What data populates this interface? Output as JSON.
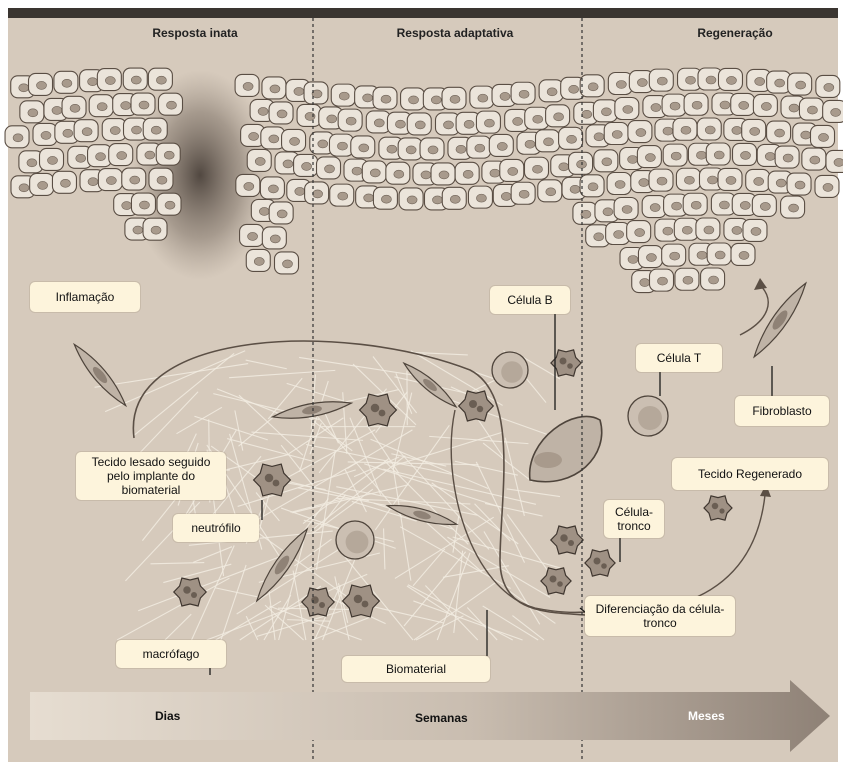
{
  "phases": {
    "innate": "Resposta inata",
    "adaptive": "Resposta adaptativa",
    "regeneration": "Regeneração"
  },
  "labels": {
    "inflammation": "Inflamação",
    "injured_tissue": "Tecido lesado seguido pelo implante do biomaterial",
    "neutrophil": "neutrófilo",
    "macrophage": "macrófago",
    "biomaterial": "Biomaterial",
    "b_cell": "Célula B",
    "t_cell": "Célula T",
    "fibroblast": "Fibroblasto",
    "regenerated_tissue": "Tecido Regenerado",
    "stem_cell": "Célula-tronco",
    "stem_cell_differentiation": "Diferenciação da célula-tronco"
  },
  "timeline": {
    "days": "Dias",
    "weeks": "Semanas",
    "months": "Meses"
  },
  "colors": {
    "background": "#d6cabc",
    "epithelium_cell": "#ebe4da",
    "nucleus": "#a89a8c",
    "label_box": "#fdf4dc",
    "fiber": "#f3ede2"
  }
}
